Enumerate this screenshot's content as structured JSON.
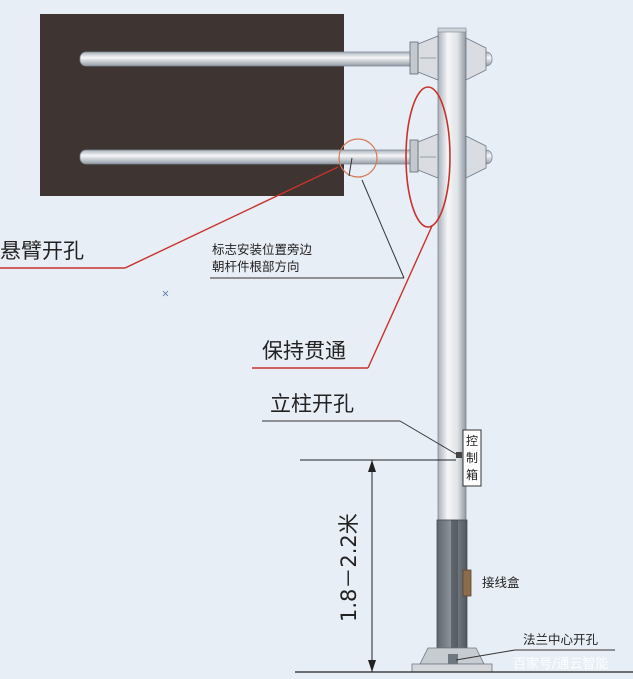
{
  "labels": {
    "arm_hole": "悬臂开孔",
    "sign_note_line1": "标志安装位置旁边",
    "sign_note_line2": "朝杆件根部方向",
    "keep_through": "保持贯通",
    "column_hole": "立柱开孔",
    "control_box_1": "控",
    "control_box_2": "制",
    "control_box_3": "箱",
    "height_range": "1.8－2.2米",
    "junction_box": "接线盒",
    "flange_center_hole": "法兰中心开孔",
    "watermark": "百家号/通云智能"
  },
  "colors": {
    "background": "#e8eef6",
    "sign_board": "#3e3431",
    "pole_light": "#f2f3f5",
    "pole_dark": "#9aa3ad",
    "lower_pole": "#6f777f",
    "annotation_red": "#c8322b",
    "leader_dark": "#333333",
    "junction_box": "#8b6b4a"
  },
  "icons": {
    "origin_mark": "small-cross-icon"
  }
}
